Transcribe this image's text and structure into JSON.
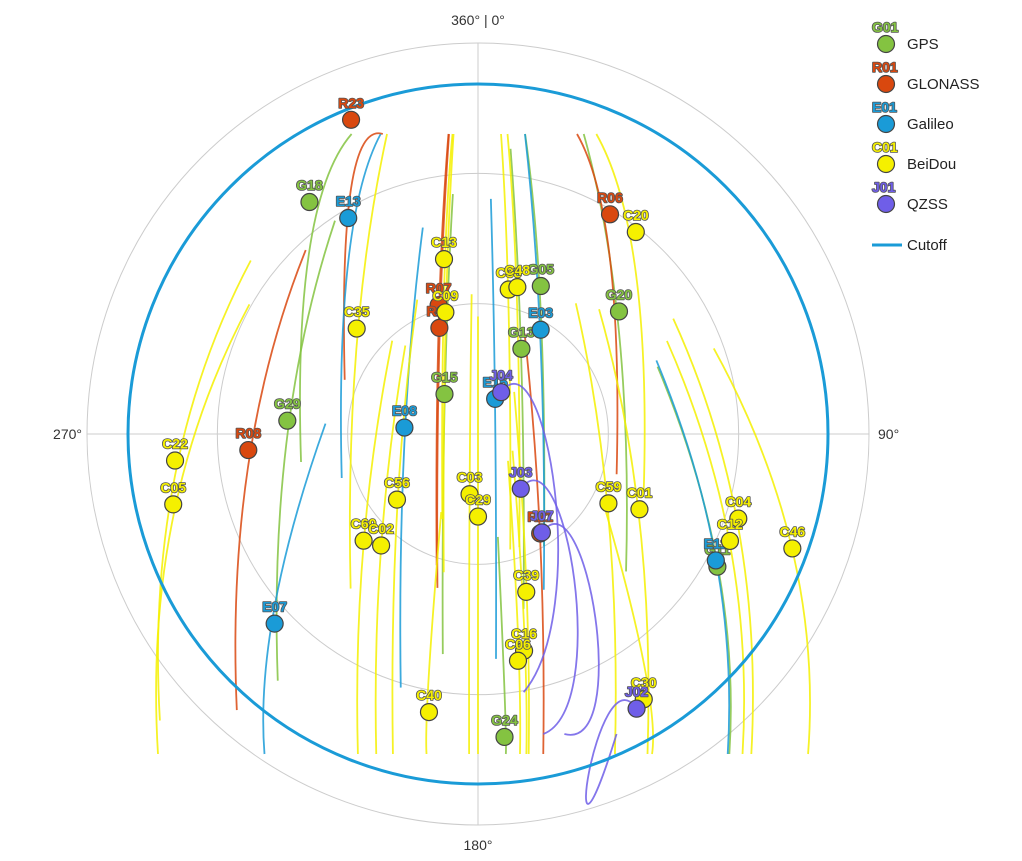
{
  "chart_data": {
    "type": "scatter",
    "projection": "polar-sky",
    "axis_labels": {
      "north": "360° | 0°",
      "east": "90°",
      "south": "180°",
      "west": "270°"
    },
    "grid": true,
    "legend_position": "top-right",
    "cutoff_label": "Cutoff",
    "cutoff_color": "#1a9bd7",
    "constellations": [
      {
        "key": "gps",
        "name": "GPS",
        "code": "G01",
        "color": "#84c341"
      },
      {
        "key": "glonass",
        "name": "GLONASS",
        "code": "R01",
        "color": "#d9480f"
      },
      {
        "key": "galileo",
        "name": "Galileo",
        "code": "E01",
        "color": "#1a9bd7"
      },
      {
        "key": "beidou",
        "name": "BeiDou",
        "code": "C01",
        "color": "#f5f000"
      },
      {
        "key": "qzss",
        "name": "QZSS",
        "code": "J01",
        "color": "#6f5ee8"
      }
    ],
    "satellites": [
      {
        "id": "G18",
        "sys": "gps",
        "az": 324,
        "el": 24
      },
      {
        "id": "G05",
        "sys": "gps",
        "az": 23,
        "el": 53
      },
      {
        "id": "G20",
        "sys": "gps",
        "az": 49,
        "el": 47
      },
      {
        "id": "G13",
        "sys": "gps",
        "az": 27,
        "el": 68
      },
      {
        "id": "G15",
        "sys": "gps",
        "az": 320,
        "el": 78
      },
      {
        "id": "G29",
        "sys": "gps",
        "az": 274,
        "el": 46
      },
      {
        "id": "G11",
        "sys": "gps",
        "az": 119,
        "el": 27
      },
      {
        "id": "G24",
        "sys": "gps",
        "az": 175,
        "el": 20
      },
      {
        "id": "R23",
        "sys": "glonass",
        "az": 338,
        "el": 12
      },
      {
        "id": "R06",
        "sys": "glonass",
        "az": 31,
        "el": 31
      },
      {
        "id": "R07",
        "sys": "glonass",
        "az": 343,
        "el": 59
      },
      {
        "id": "R22",
        "sys": "glonass",
        "az": 340,
        "el": 64
      },
      {
        "id": "R08",
        "sys": "glonass",
        "az": 266,
        "el": 37
      },
      {
        "id": "R21",
        "sys": "glonass",
        "az": 148,
        "el": 63
      },
      {
        "id": "E13",
        "sys": "galileo",
        "az": 329,
        "el": 32
      },
      {
        "id": "E03",
        "sys": "galileo",
        "az": 31,
        "el": 62
      },
      {
        "id": "E15",
        "sys": "galileo",
        "az": 26,
        "el": 81
      },
      {
        "id": "E08",
        "sys": "galileo",
        "az": 275,
        "el": 73
      },
      {
        "id": "E11",
        "sys": "galileo",
        "az": 118,
        "el": 28
      },
      {
        "id": "E07",
        "sys": "galileo",
        "az": 227,
        "el": 26
      },
      {
        "id": "C13",
        "sys": "beidou",
        "az": 349,
        "el": 49
      },
      {
        "id": "C20",
        "sys": "beidou",
        "az": 38,
        "el": 31
      },
      {
        "id": "C38",
        "sys": "beidou",
        "az": 12,
        "el": 56
      },
      {
        "id": "C48",
        "sys": "beidou",
        "az": 15,
        "el": 55
      },
      {
        "id": "C09",
        "sys": "beidou",
        "az": 345,
        "el": 61
      },
      {
        "id": "C35",
        "sys": "beidou",
        "az": 311,
        "el": 53
      },
      {
        "id": "C22",
        "sys": "beidou",
        "az": 265,
        "el": 20
      },
      {
        "id": "C05",
        "sys": "beidou",
        "az": 257,
        "el": 18
      },
      {
        "id": "C56",
        "sys": "beidou",
        "az": 231,
        "el": 66
      },
      {
        "id": "C60",
        "sys": "beidou",
        "az": 227,
        "el": 54
      },
      {
        "id": "C02",
        "sys": "beidou",
        "az": 221,
        "el": 56
      },
      {
        "id": "C03",
        "sys": "beidou",
        "az": 188,
        "el": 76
      },
      {
        "id": "C29",
        "sys": "beidou",
        "az": 180,
        "el": 71
      },
      {
        "id": "C04",
        "sys": "beidou",
        "az": 108,
        "el": 27
      },
      {
        "id": "C01",
        "sys": "beidou",
        "az": 115,
        "el": 49
      },
      {
        "id": "C59",
        "sys": "beidou",
        "az": 118,
        "el": 56
      },
      {
        "id": "C12",
        "sys": "beidou",
        "az": 113,
        "el": 27
      },
      {
        "id": "C46",
        "sys": "beidou",
        "az": 110,
        "el": 13
      },
      {
        "id": "C39",
        "sys": "beidou",
        "az": 163,
        "el": 52
      },
      {
        "id": "C16",
        "sys": "beidou",
        "az": 168,
        "el": 39
      },
      {
        "id": "C06",
        "sys": "beidou",
        "az": 170,
        "el": 37
      },
      {
        "id": "C40",
        "sys": "beidou",
        "az": 190,
        "el": 25
      },
      {
        "id": "C30",
        "sys": "beidou",
        "az": 148,
        "el": 18
      },
      {
        "id": "J04",
        "sys": "qzss",
        "az": 29,
        "el": 79
      },
      {
        "id": "J03",
        "sys": "qzss",
        "az": 142,
        "el": 74
      },
      {
        "id": "J07",
        "sys": "qzss",
        "az": 147,
        "el": 63
      },
      {
        "id": "J02",
        "sys": "qzss",
        "az": 150,
        "el": 17
      }
    ]
  }
}
